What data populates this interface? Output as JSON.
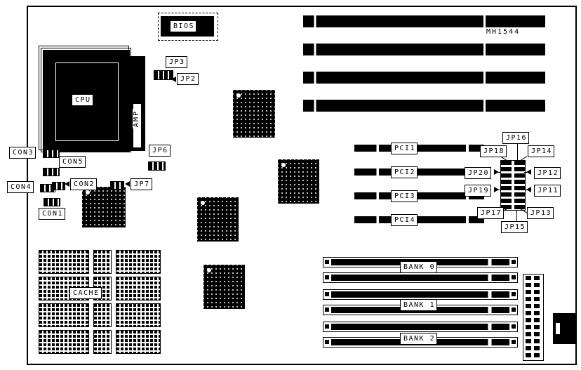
{
  "board": {
    "model": "MH1544"
  },
  "components": {
    "bios": "BIOS",
    "cpu": "CPU",
    "amp": "AMP",
    "cache": "CACHE"
  },
  "jumpers": {
    "jp2": "JP2",
    "jp3": "JP3",
    "jp6": "JP6",
    "jp7": "JP7",
    "jp11": "JP11",
    "jp12": "JP12",
    "jp13": "JP13",
    "jp14": "JP14",
    "jp15": "JP15",
    "jp16": "JP16",
    "jp17": "JP17",
    "jp18": "JP18",
    "jp19": "JP19",
    "jp20": "JP20"
  },
  "connectors": {
    "con1": "CON1",
    "con2": "CON2",
    "con3": "CON3",
    "con4": "CON4",
    "con5": "CON5"
  },
  "pci_slots": [
    "PCI1",
    "PCI2",
    "PCI3",
    "PCI4"
  ],
  "memory_banks": [
    "BANK 0",
    "BANK 1",
    "BANK 2"
  ],
  "colors": {
    "line": "#000000",
    "background": "#ffffff"
  }
}
